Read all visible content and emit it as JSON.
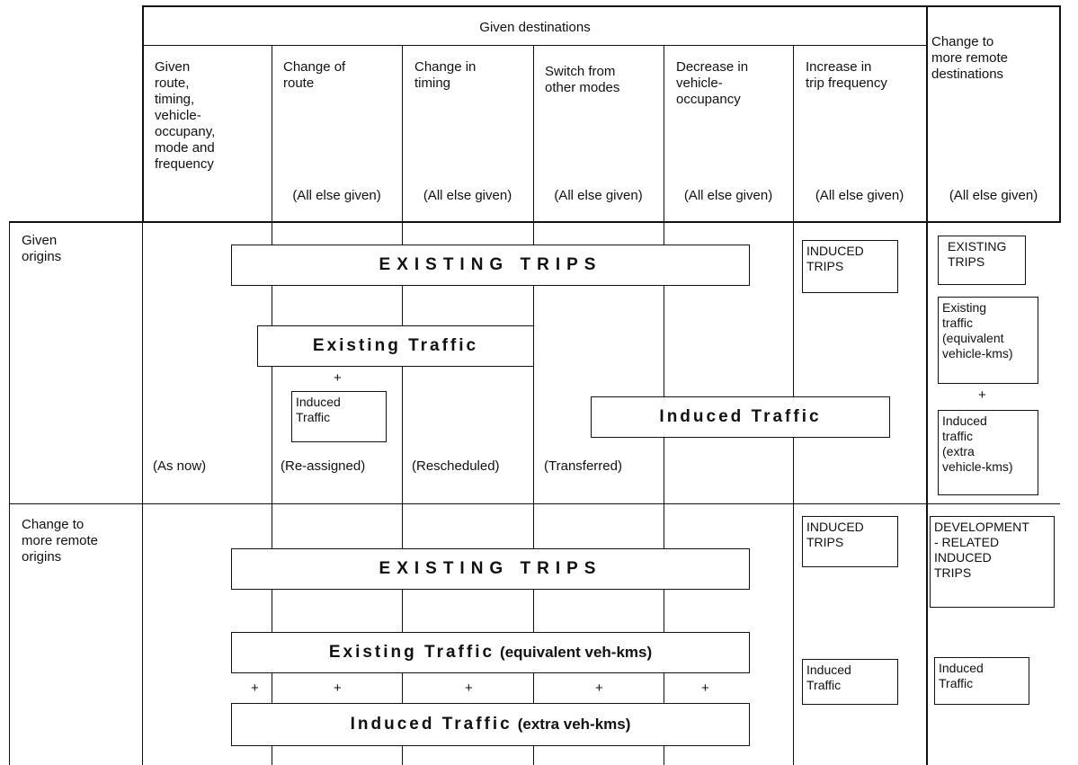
{
  "header": {
    "given_destinations": "Given destinations",
    "remote_destinations": "Change to\nmore remote\ndestinations"
  },
  "columns": [
    {
      "label": "Given\nroute,\ntiming,\nvehicle-\noccupany,\nmode and\nfrequency",
      "note": ""
    },
    {
      "label": "Change of\nroute",
      "note": "(All else given)"
    },
    {
      "label": "Change in\ntiming",
      "note": "(All else given)"
    },
    {
      "label": "Switch from\nother modes",
      "note": "(All else given)"
    },
    {
      "label": "Decrease in\nvehicle-\noccupancy",
      "note": "(All else given)"
    },
    {
      "label": "Increase in\ntrip frequency",
      "note": "(All else given)"
    },
    {
      "label": "",
      "note": "(All else given)"
    }
  ],
  "rows": {
    "given_origins": "Given\norigins",
    "remote_origins": "Change to\nmore remote\norigins"
  },
  "row1": {
    "existing_trips": "EXISTING TRIPS",
    "existing_traffic": "Existing Traffic",
    "plus": "+",
    "induced_traffic_small": "Induced\nTraffic",
    "induced_traffic_big": "Induced Traffic",
    "induced_trips": "INDUCED\nTRIPS",
    "remote_existing_trips": "EXISTING\nTRIPS",
    "remote_existing_traffic": "Existing\ntraffic\n(equivalent\nvehicle-kms)",
    "remote_plus": "+",
    "remote_induced_traffic": "Induced\ntraffic\n(extra\nvehicle-kms)",
    "as_now": "(As now)",
    "reassigned": "(Re-assigned)",
    "rescheduled": "(Rescheduled)",
    "transferred": "(Transferred)"
  },
  "row2": {
    "existing_trips": "EXISTING TRIPS",
    "existing_traffic": "Existing Traffic",
    "existing_traffic_suffix": "(equivalent veh-kms)",
    "induced_traffic": "Induced Traffic",
    "induced_traffic_suffix": "(extra veh-kms)",
    "plus_signs": [
      "+",
      "+",
      "+",
      "+",
      "+"
    ],
    "induced_trips": "INDUCED\nTRIPS",
    "induced_traffic_col6": "Induced\nTraffic",
    "development_trips": "DEVELOPMENT\n- RELATED\nINDUCED\nTRIPS",
    "induced_traffic_col7": "Induced\nTraffic"
  }
}
